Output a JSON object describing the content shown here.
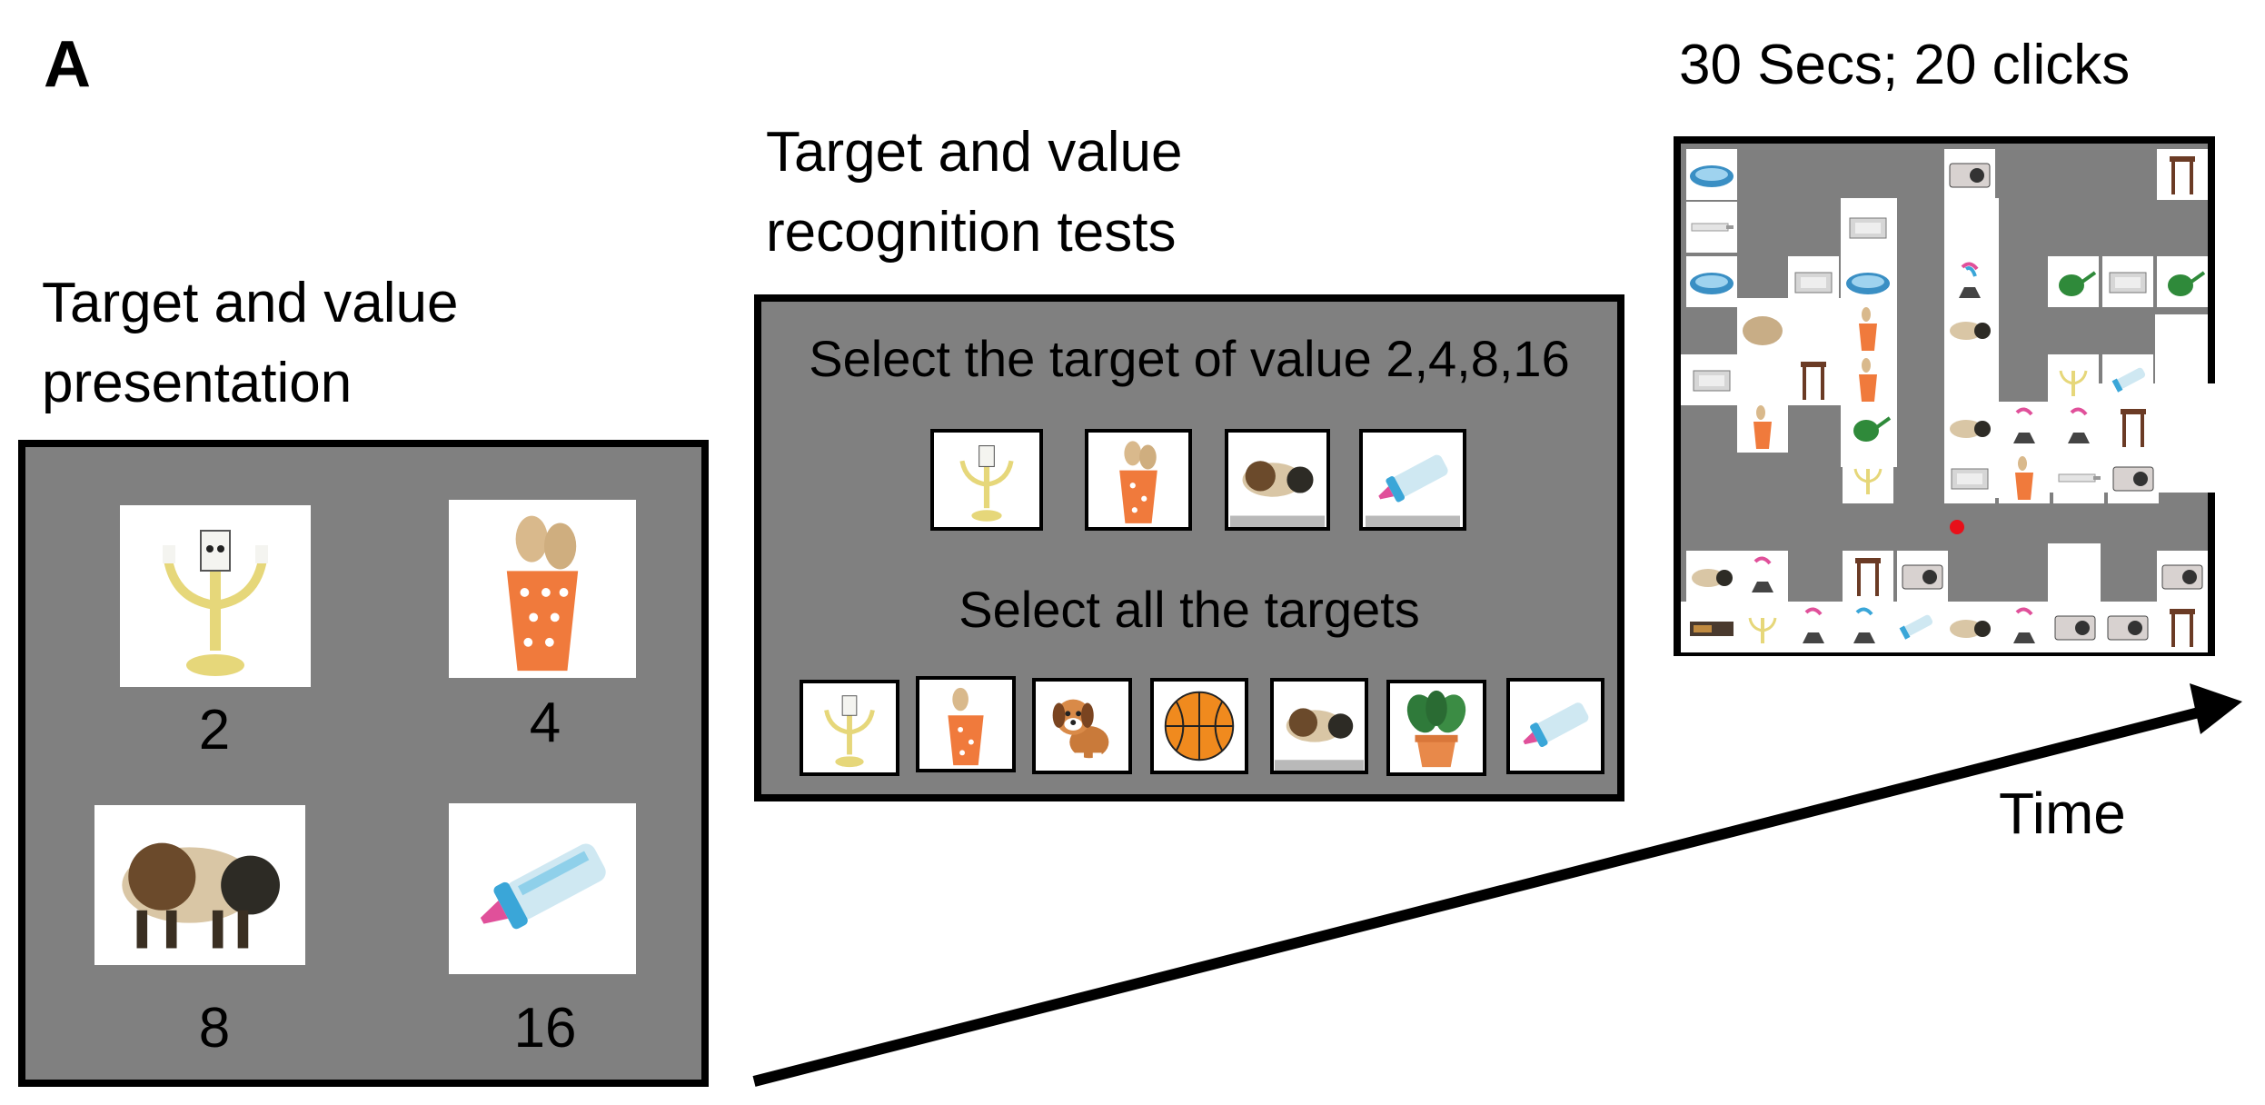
{
  "panel_label": "A",
  "presentation": {
    "heading_line1": "Target and value",
    "heading_line2": "presentation",
    "items": [
      {
        "icon": "candelabra-icon",
        "value": "2"
      },
      {
        "icon": "spoon-cup-icon",
        "value": "4"
      },
      {
        "icon": "bison-icon",
        "value": "8"
      },
      {
        "icon": "baby-bottle-icon",
        "value": "16"
      }
    ]
  },
  "recognition": {
    "heading_line1": "Target and value",
    "heading_line2": "recognition tests",
    "value_prompt": "Select the target of value 2,4,8,16",
    "value_choices": [
      "candelabra-icon",
      "spoon-cup-icon",
      "bison-icon",
      "baby-bottle-icon"
    ],
    "all_prompt": "Select all the targets",
    "all_choices": [
      "candelabra-icon",
      "spoon-cup-icon",
      "puppy-icon",
      "basketball-icon",
      "bison-icon",
      "potted-plant-icon",
      "baby-bottle-icon"
    ]
  },
  "search": {
    "heading": "30 Secs; 20 clicks"
  },
  "timeline": {
    "label": "Time"
  },
  "colors": {
    "panel_gray": "#808080",
    "maze_gray": "#7f7f7f",
    "cursor_dot": "#e8101a"
  }
}
